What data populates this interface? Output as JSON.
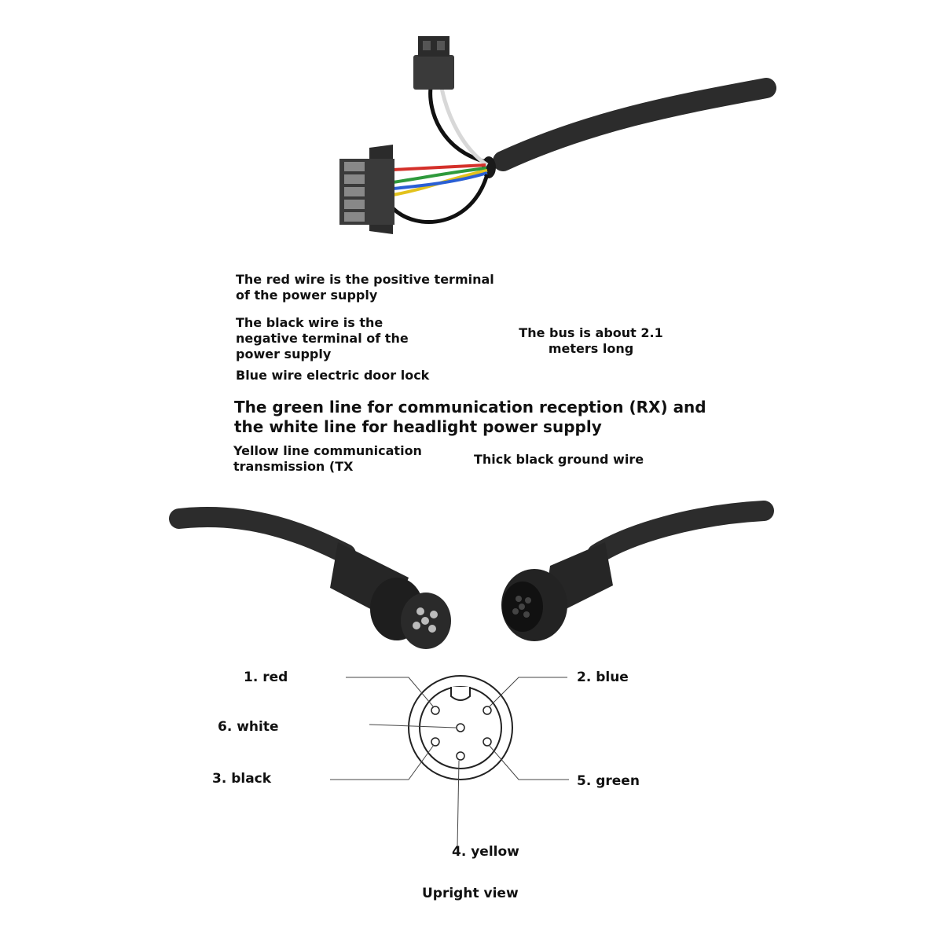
{
  "annotations": {
    "red_wire": "The red wire is the positive terminal of the power supply",
    "black_wire": "The black wire is the negative terminal of the power supply",
    "blue_wire": "Blue wire electric door lock",
    "bus_length": "The bus is about 2.1 meters long",
    "green_white": "The green line for communication reception (RX) and the white line for headlight power supply",
    "yellow_line": "Yellow line communication transmission (TX",
    "ground_wire": "Thick black ground wire"
  },
  "pinout": {
    "pins": [
      {
        "label": "1. red",
        "color": "#d4302a"
      },
      {
        "label": "2. blue",
        "color": "#2a5fd4"
      },
      {
        "label": "3. black",
        "color": "#111111"
      },
      {
        "label": "4. yellow",
        "color": "#e3c21c"
      },
      {
        "label": "5. green",
        "color": "#2e9a3c"
      },
      {
        "label": "6. white",
        "color": "#eeeeee"
      }
    ],
    "caption": "Upright view"
  },
  "colors": {
    "cable": "#2c2c2c",
    "connector_housing": "#3a3a3a"
  }
}
